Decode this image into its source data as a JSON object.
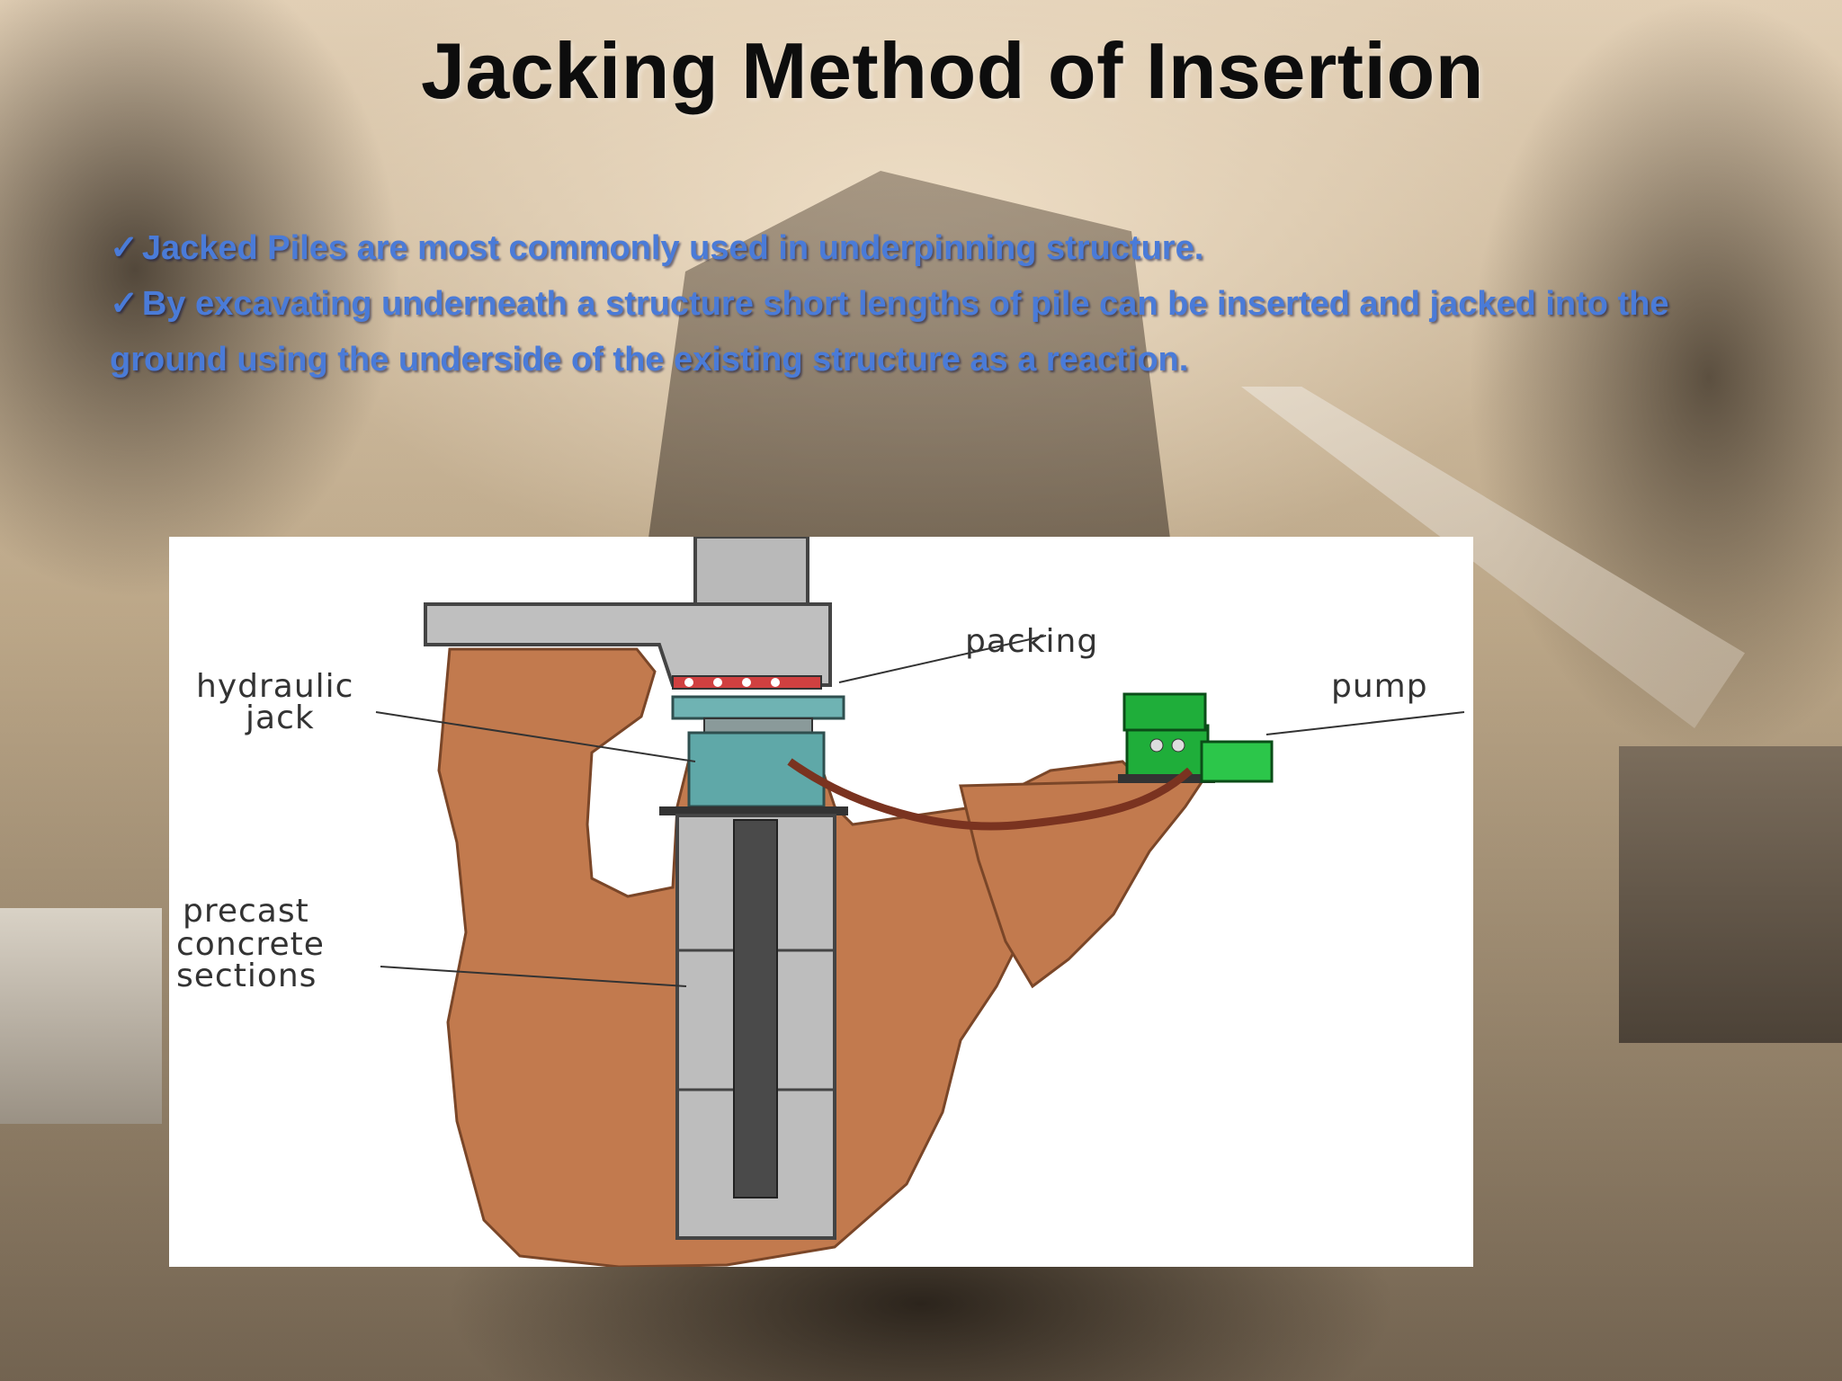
{
  "slide": {
    "title": "Jacking Method of Insertion",
    "bullets": [
      {
        "check": "✓",
        "text": "Jacked Piles are most commonly used in underpinning structure."
      },
      {
        "check": "✓",
        "text": "By excavating underneath a structure short lengths of pile can be inserted and jacked into the ground using the underside of the existing structure as a reaction."
      }
    ]
  },
  "diagram": {
    "labels": {
      "packing": "packing",
      "pump": "pump",
      "hydraulic_jack_line1": "hydraulic",
      "hydraulic_jack_line2": "jack",
      "precast_line1": "precast",
      "precast_line2": "concrete",
      "precast_line3": "sections"
    },
    "colors": {
      "soil": "#c27a4e",
      "concrete": "#bdbdbd",
      "jack": "#5fa8a8",
      "pump": "#1fae3a",
      "hose": "#7a3320"
    }
  }
}
